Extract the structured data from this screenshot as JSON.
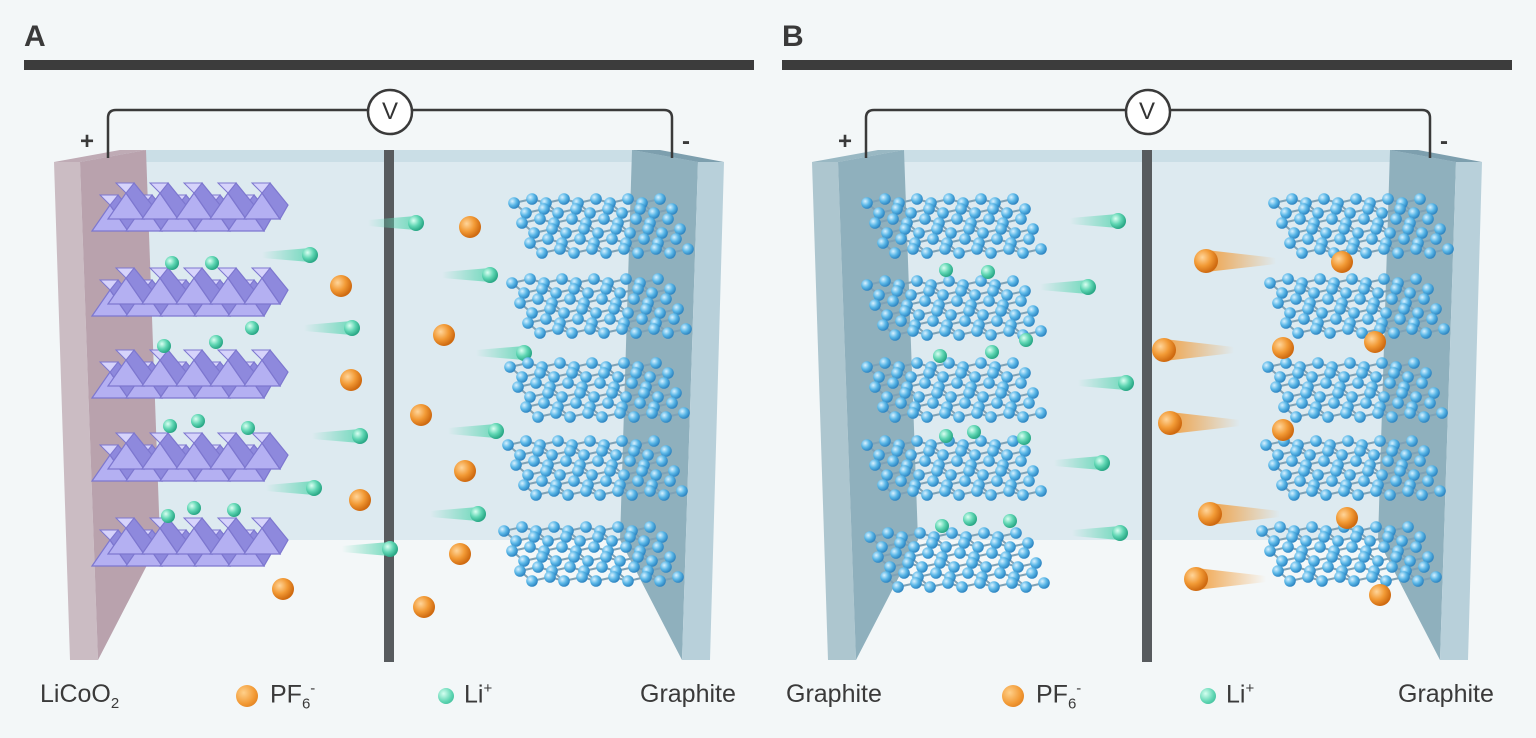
{
  "panels": [
    {
      "letter": "A",
      "left_electrode_label": "LiCoO",
      "left_electrode_sub": "2",
      "pf6_label": "PF",
      "pf6_sub": "6",
      "pf6_sup": "-",
      "li_label": "Li",
      "li_sup": "+",
      "right_electrode_label": "Graphite",
      "positive_sign": "+",
      "negative_sign": "-",
      "voltmeter": "V"
    },
    {
      "letter": "B",
      "left_electrode_label": "Graphite",
      "pf6_label": "PF",
      "pf6_sub": "6",
      "pf6_sup": "-",
      "li_label": "Li",
      "li_sup": "+",
      "right_electrode_label": "Graphite",
      "positive_sign": "+",
      "negative_sign": "-",
      "voltmeter": "V"
    }
  ],
  "colors": {
    "licoo2_electrode": "#b9a2ad",
    "graphite_electrode": "#8fb0bd",
    "electrolyte": "#d8e8ef",
    "pf6_ion": "#f29a35",
    "li_ion": "#5fd6b3",
    "graphite_atom": "#5bb8e8",
    "licoo2_octahedra": "#a9a6ee"
  },
  "icons": [
    "voltmeter-icon",
    "pf6-ion-icon",
    "li-ion-icon",
    "graphite-layer-icon",
    "licoo2-octahedra-icon"
  ]
}
